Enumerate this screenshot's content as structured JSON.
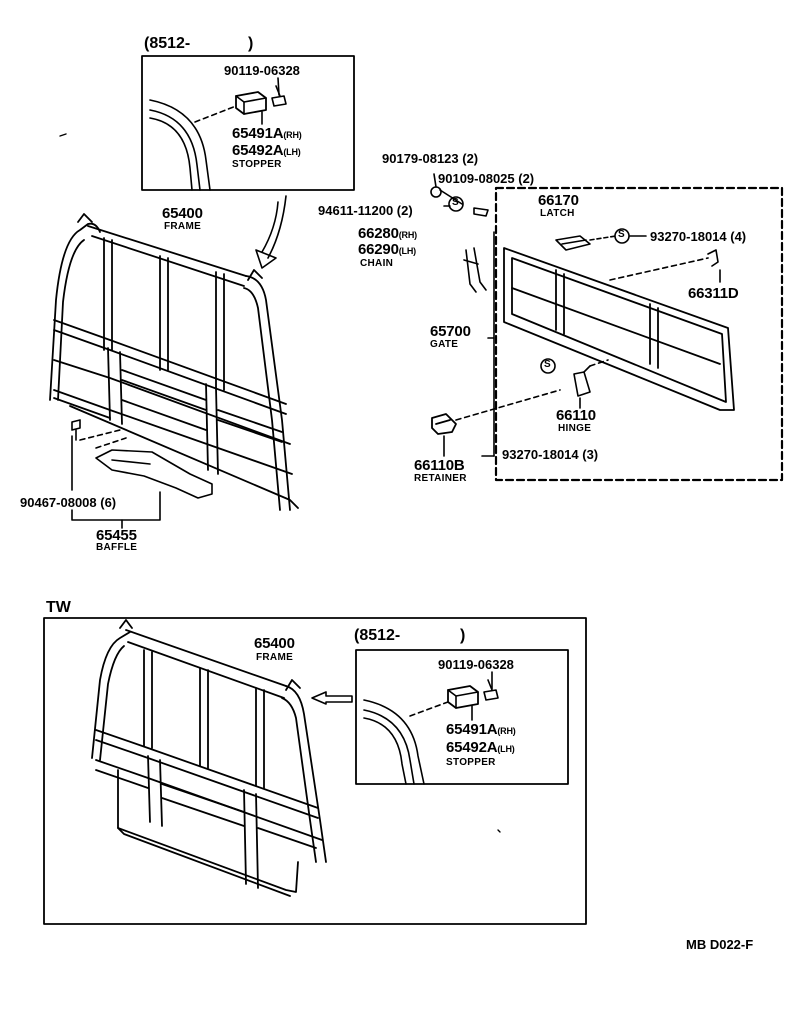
{
  "inset_top": {
    "header": "(8512-",
    "header_close": ")",
    "screw": "90119-06328",
    "stopper_rh_no": "65491A",
    "stopper_rh_sfx": "(RH)",
    "stopper_lh_no": "65492A",
    "stopper_lh_sfx": "(LH)",
    "stopper_name": "STOPPER"
  },
  "frame": {
    "no": "65400",
    "name": "FRAME"
  },
  "bolt_90467": "90467-08008 (6)",
  "baffle": {
    "no": "65455",
    "name": "BAFFLE"
  },
  "gate_parts": {
    "bolt_90179": "90179-08123 (2)",
    "bolt_90109": "90109-08025 (2)",
    "bolt_94611": "94611-11200 (2)",
    "chain_rh_no": "66280",
    "chain_rh_sfx": "(RH)",
    "chain_lh_no": "66290",
    "chain_lh_sfx": "(LH)",
    "chain_name": "CHAIN",
    "latch_no": "66170",
    "latch_name": "LATCH",
    "screw_93270_a": "93270-18014 (4)",
    "part_66311d": "66311D",
    "gate_no": "65700",
    "gate_name": "GATE",
    "hinge_no": "66110",
    "hinge_name": "HINGE",
    "retainer_no": "66110B",
    "retainer_name": "RETAINER",
    "screw_93270_b": "93270-18014 (3)"
  },
  "tw": {
    "label": "TW",
    "frame_no": "65400",
    "frame_name": "FRAME",
    "inset_header": "(8512-",
    "inset_header_close": ")",
    "screw": "90119-06328",
    "stopper_rh_no": "65491A",
    "stopper_rh_sfx": "(RH)",
    "stopper_lh_no": "65492A",
    "stopper_lh_sfx": "(LH)",
    "stopper_name": "STOPPER"
  },
  "diagram_code": "MB D022-F"
}
